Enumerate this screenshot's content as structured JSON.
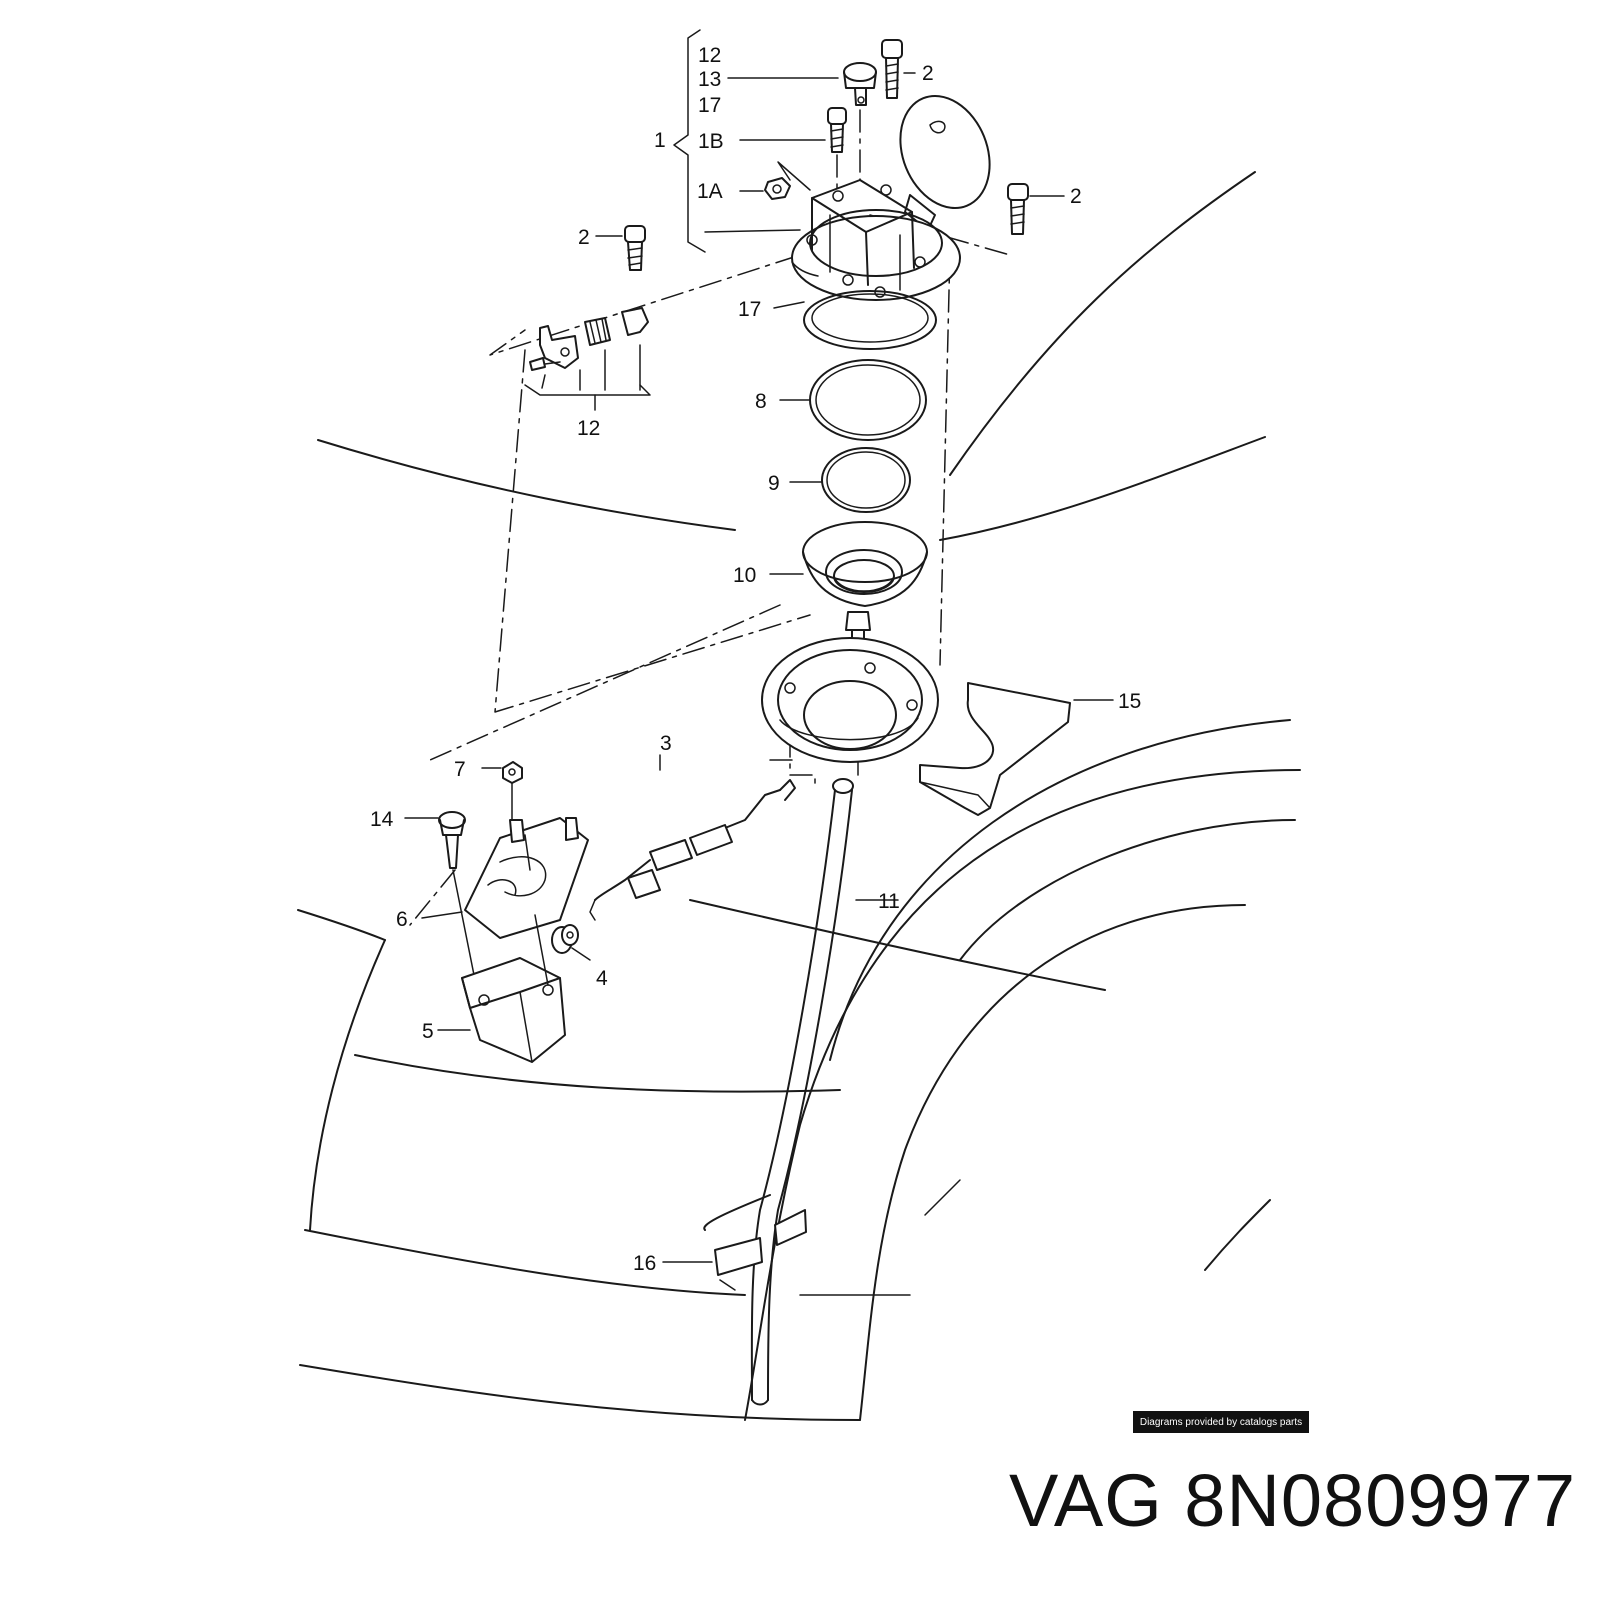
{
  "labels": {
    "l12a": "12",
    "l13": "13",
    "l17a": "17",
    "l1": "1",
    "l1b": "1B",
    "l1a": "1A",
    "l2a": "2",
    "l2b": "2",
    "l2c": "2",
    "l17b": "17",
    "l12b": "12",
    "l8": "8",
    "l9": "9",
    "l10": "10",
    "l15": "15",
    "l7": "7",
    "l14": "14",
    "l3": "3",
    "l6": "6",
    "l11": "11",
    "l4": "4",
    "l5": "5",
    "l16": "16"
  },
  "credit": "Diagrams provided by catalogs parts",
  "caption": "VAG 8N0809977"
}
